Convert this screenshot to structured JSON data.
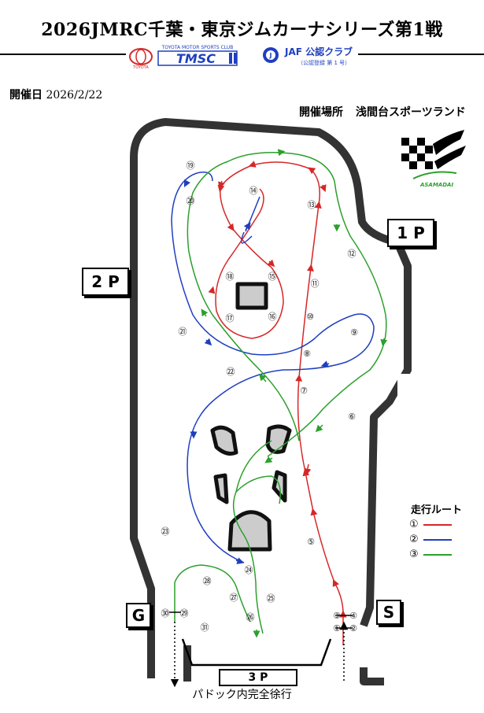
{
  "header": {
    "title": "2026JMRC千葉・東京ジムカーナシリーズ第1戦",
    "tmsc_top": "TOYOTA MOTOR SPORTS CLUB",
    "tmsc_logo": "TMSC",
    "toyota_small": "TOYOTA",
    "jaf_name": "JAF 公認クラブ",
    "jaf_reg": "（公認登録 第 1 号）"
  },
  "event": {
    "date_label": "開催日",
    "date_value": "2026/2/22",
    "venue_label": "開催場所",
    "venue_value": "浅間台スポーツランド",
    "venue_logo_text": "ASAMADAI"
  },
  "parking": {
    "p1": "1 P",
    "p2": "2 P",
    "p3": "3 P",
    "goal": "G",
    "start": "S"
  },
  "paddock_note": "パドック内完全徐行",
  "markers": [
    "①",
    "②",
    "③",
    "④",
    "⑤",
    "⑥",
    "⑦",
    "⑧",
    "⑨",
    "⑩",
    "⑪",
    "⑫",
    "⑬",
    "⑭",
    "⑮",
    "⑯",
    "⑰",
    "⑱",
    "⑲",
    "⑳",
    "㉑",
    "㉒",
    "㉓",
    "㉔",
    "㉕",
    "㉖",
    "㉗",
    "㉘",
    "㉙",
    "㉚",
    "㉛"
  ],
  "legend": {
    "title": "走行ルート",
    "items": [
      {
        "label": "①",
        "color": "#d62728"
      },
      {
        "label": "②",
        "color": "#1f3fbf"
      },
      {
        "label": "③",
        "color": "#2ca02c"
      }
    ]
  }
}
